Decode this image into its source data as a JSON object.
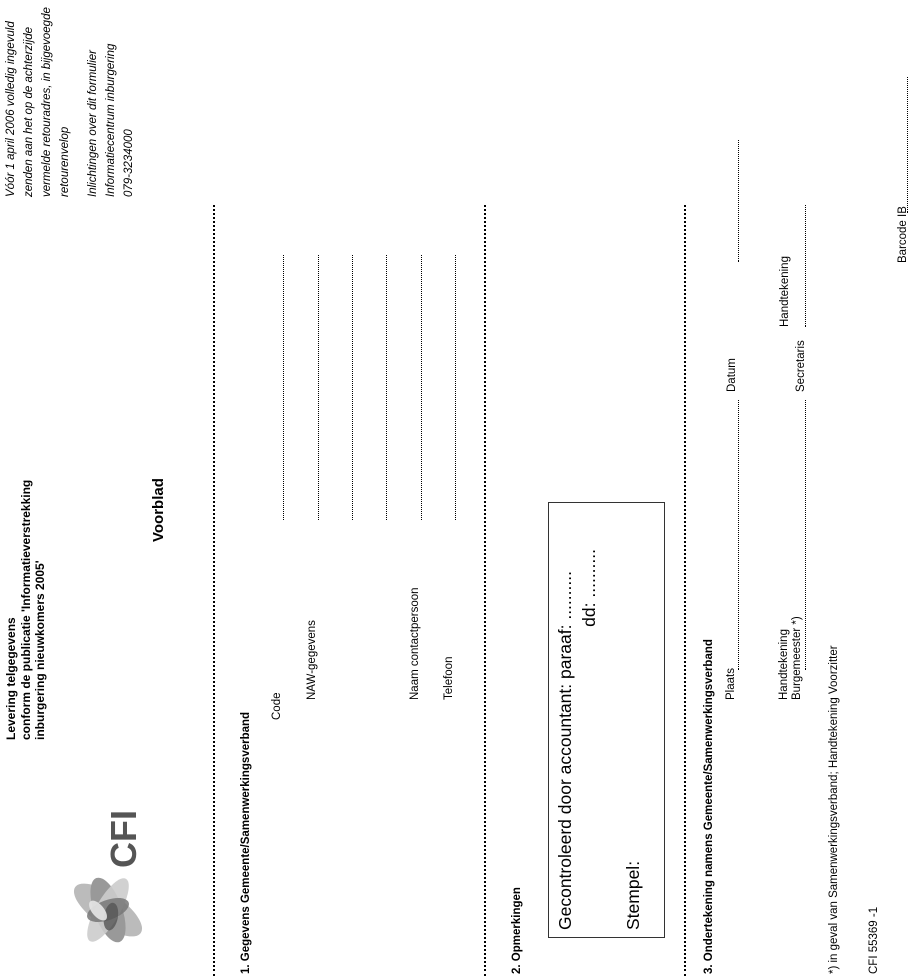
{
  "header": {
    "lines": [
      "Levering telgegevens",
      "conform de publicatie 'Informatieverstrekking",
      "inburgering nieuwkomers 2005'"
    ]
  },
  "logo": {
    "text": "CFI",
    "icon": "cfi-logo"
  },
  "instructions": {
    "lines": [
      "Vóór 1 april 2006 volledig ingevuld",
      "zenden aan het op de achterzijde",
      "vermelde retouradres, in bijgevoegde",
      "retourenvelop"
    ],
    "info_lines": [
      "Inlichtingen over dit formulier",
      "Informatiecentrum inburgering",
      "079-3234000"
    ]
  },
  "title": "Voorblad",
  "section1": {
    "heading": "1. Gegevens Gemeente/Samenwerkingsverband",
    "fields": {
      "code": "Code",
      "naw": "NAW-gegevens",
      "contact": "Naam contactpersoon",
      "phone": "Telefoon"
    }
  },
  "section2": {
    "heading": "2. Opmerkingen",
    "box": {
      "line1": "Gecontroleerd door accountant: paraaf: ..........",
      "line2": "dd: ..........",
      "stamp": "Stempel:"
    }
  },
  "section3": {
    "heading": "3. Ondertekening namens Gemeente/Samenwerkingsverband",
    "place": "Plaats",
    "date": "Datum",
    "sig_mayor_1": "Handtekening",
    "sig_mayor_2": "Burgemeester *)",
    "sig_secretary_1": "Handtekening",
    "sig_secretary_2": "Secretaris"
  },
  "footnote": "*) in geval van Samenwerkingsverband; Handtekening Voorzitter",
  "form_code": "CFI 55369 -1",
  "barcode_label": "Barcode IB"
}
